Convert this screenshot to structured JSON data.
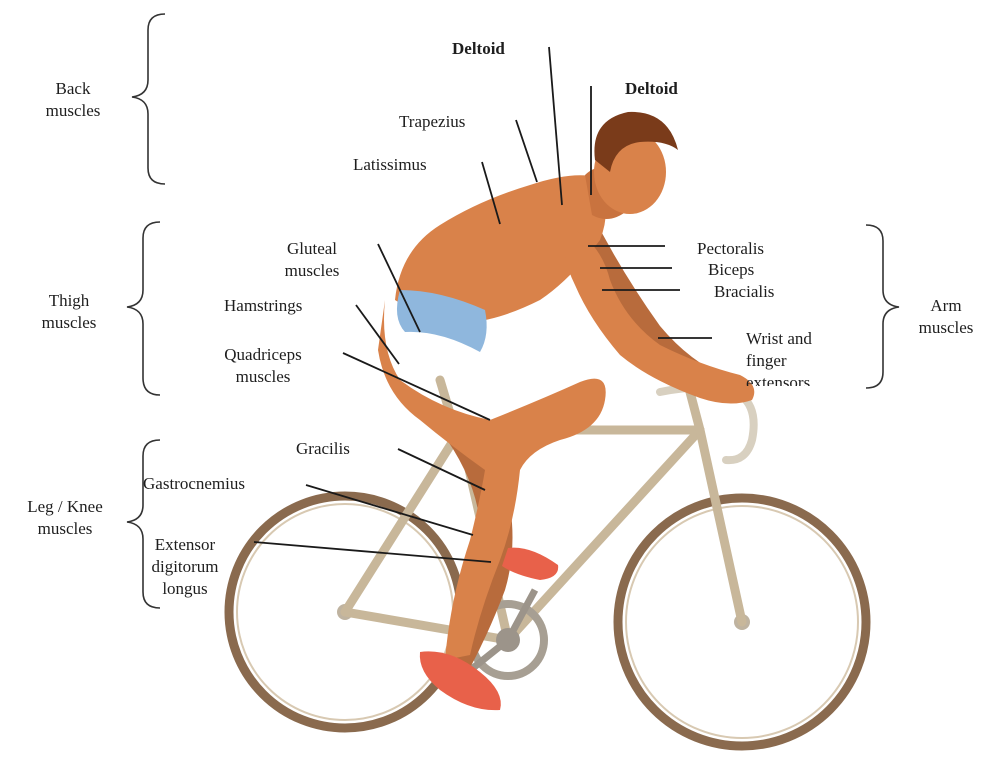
{
  "groups": {
    "back": "Back\nmuscles",
    "thigh": "Thigh\nmuscles",
    "leg_knee": "Leg / Knee\nmuscles",
    "arm": "Arm\nmuscles"
  },
  "labels": {
    "deltoid_1": "Deltoid",
    "deltoid_2": "Deltoid",
    "trapezius": "Trapezius",
    "latissimus": "Latissimus",
    "gluteal": "Gluteal\nmuscles",
    "hamstrings": "Hamstrings",
    "quadriceps": "Quadriceps\nmuscles",
    "gracilis": "Gracilis",
    "gastrocnemius": "Gastrocnemius",
    "extensor": "Extensor\ndigitorum\nlongus",
    "pectoralis": "Pectoralis",
    "biceps": "Biceps",
    "bracialis": "Bracialis",
    "wrist": "Wrist and\nfinger\nextensors"
  },
  "colors": {
    "skin": "#d9824a",
    "skin_shadow": "#b05a2a",
    "hair": "#7a3b1a",
    "shorts": "#8fb7dd",
    "bike_frame": "#c8b79a",
    "tire": "#8a6a4e",
    "shoe": "#e8614a",
    "leader": "#1a1a1a"
  }
}
